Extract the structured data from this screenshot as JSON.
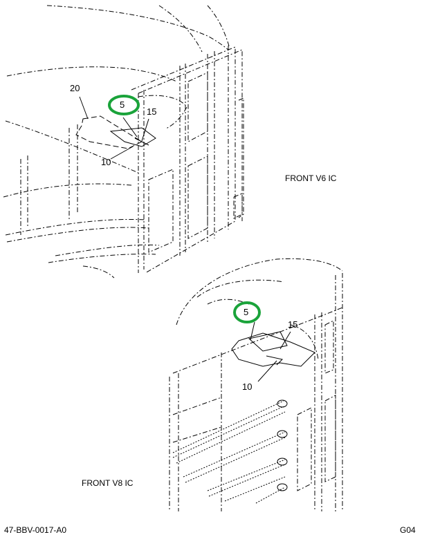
{
  "top_view": {
    "caption": "FRONT V6 IC",
    "callouts": {
      "c20": "20",
      "c5": "5",
      "c15": "15",
      "c10": "10"
    }
  },
  "bottom_view": {
    "caption": "FRONT V8 IC",
    "callouts": {
      "c5": "5",
      "c15": "15",
      "c10": "10"
    }
  },
  "footer": {
    "drawing_number": "47-BBV-0017-A0",
    "sheet_code": "G04"
  },
  "colors": {
    "line": "#000000",
    "highlight": "#1aa33a",
    "background": "#ffffff"
  }
}
